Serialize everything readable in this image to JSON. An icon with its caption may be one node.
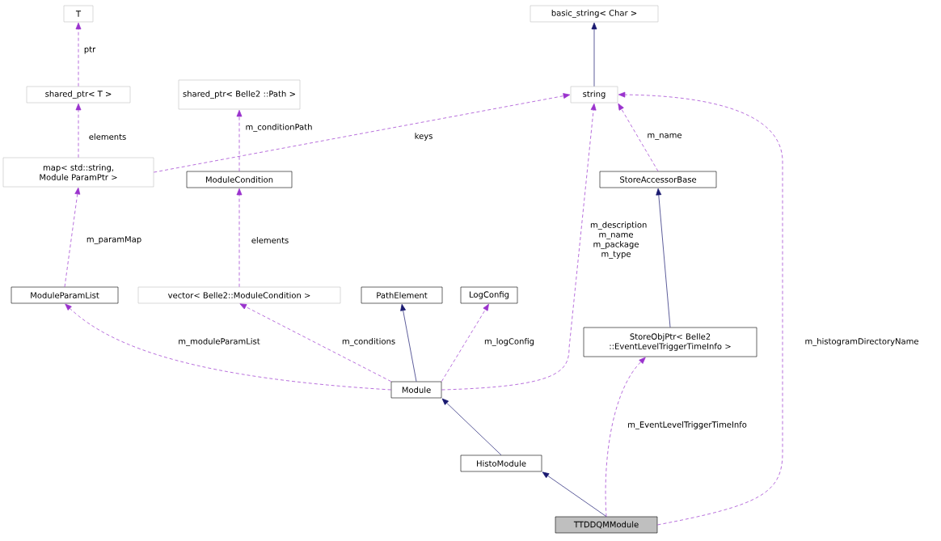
{
  "diagram": {
    "nodes": [
      {
        "text": [
          "T"
        ]
      },
      {
        "text": [
          "basic_string< Char >"
        ]
      },
      {
        "text": [
          "shared_ptr< T >"
        ]
      },
      {
        "text": [
          "shared_ptr< Belle2 ::Path >"
        ]
      },
      {
        "text": [
          "string"
        ]
      },
      {
        "text": [
          "map< std::string, Module ParamPtr >"
        ]
      },
      {
        "text": [
          "ModuleCondition"
        ]
      },
      {
        "text": [
          "StoreAccessorBase"
        ]
      },
      {
        "text": [
          "ModuleParamList"
        ]
      },
      {
        "text": [
          "vector< Belle2::ModuleCondition >"
        ]
      },
      {
        "text": [
          "PathElement"
        ]
      },
      {
        "text": [
          "LogConfig"
        ]
      },
      {
        "text": [
          "StoreObjPtr< Belle2 ::EventLevelTriggerTimeInfo >"
        ]
      },
      {
        "text": [
          "Module"
        ]
      },
      {
        "text": [
          "HistoModule"
        ]
      },
      {
        "text": [
          "TTDDQMModule"
        ]
      }
    ],
    "edges": [
      {
        "from": 4,
        "to": 1,
        "arrow": "to",
        "color": "#191970"
      },
      {
        "from": 2,
        "to": 0,
        "arrow": "to",
        "label": "ptr",
        "style": "dashed"
      },
      {
        "from": 5,
        "to": 2,
        "arrow": "to",
        "label": "elements",
        "style": "dashed"
      },
      {
        "from": 5,
        "to": 4,
        "arrow": "to",
        "label": "keys",
        "style": "dashed"
      },
      {
        "from": 6,
        "to": 3,
        "arrow": "to",
        "label": "m_conditionPath",
        "style": "dashed"
      },
      {
        "from": 7,
        "to": 4,
        "arrow": "to",
        "label": "m_name",
        "style": "dashed"
      },
      {
        "from": 12,
        "to": 7,
        "arrow": "to",
        "color": "#191970"
      },
      {
        "from": 8,
        "to": 5,
        "arrow": "to",
        "label": "m_paramMap",
        "style": "dashed"
      },
      {
        "from": 9,
        "to": 6,
        "arrow": "to",
        "label": "elements",
        "style": "dashed"
      },
      {
        "from": 13,
        "to": 8,
        "arrow": "to",
        "label": "m_moduleParamList",
        "style": "dashed"
      },
      {
        "from": 13,
        "to": 9,
        "arrow": "to",
        "label": "m_conditions",
        "style": "dashed"
      },
      {
        "from": 13,
        "to": 10,
        "arrow": "to",
        "color": "#191970"
      },
      {
        "from": 13,
        "to": 11,
        "arrow": "to",
        "label": "m_logConfig",
        "style": "dashed"
      },
      {
        "from": 13,
        "to": 4,
        "arrow": "to",
        "label": "m_description m_name m_package m_type",
        "style": "dashed"
      },
      {
        "from": 14,
        "to": 13,
        "arrow": "to",
        "color": "#191970"
      },
      {
        "from": 15,
        "to": 14,
        "arrow": "to",
        "color": "#191970"
      },
      {
        "from": 15,
        "to": 12,
        "arrow": "to",
        "label": "m_EventLevelTriggerTimeInfo",
        "style": "dashed"
      },
      {
        "from": 15,
        "to": 4,
        "arrow": "to",
        "label": "m_histogramDirectoryName",
        "style": "dashed"
      }
    ]
  }
}
